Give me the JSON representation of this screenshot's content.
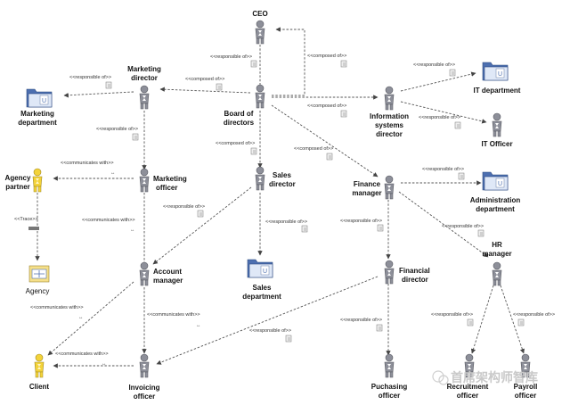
{
  "colors": {
    "actor_gray": "#8d8f99",
    "actor_yellow": "#f3d33a",
    "folder_blue": "#4d6fb0",
    "edge": "#555555"
  },
  "nodes": {
    "ceo": "CEO",
    "board": [
      "Board of",
      "directors"
    ],
    "marketing_director": [
      "Marketing",
      "director"
    ],
    "marketing_department": [
      "Marketing",
      "department"
    ],
    "agency_partner": [
      "Agency",
      "partner"
    ],
    "marketing_officer": [
      "Marketing",
      "officer"
    ],
    "agency": "Agency",
    "sales_director": [
      "Sales",
      "director"
    ],
    "sales_department": [
      "Sales",
      "department"
    ],
    "account_manager": [
      "Account",
      "manager"
    ],
    "client": "Client",
    "invoicing_officer": [
      "Invoicing",
      "officer"
    ],
    "is_director": [
      "Information",
      "systems",
      "director"
    ],
    "it_department": "IT department",
    "it_officer": "IT Officer",
    "finance_manager": [
      "Finance",
      "manager"
    ],
    "administration_department": [
      "Administration",
      "department"
    ],
    "hr_manager": [
      "HR",
      "manager"
    ],
    "financial_director": [
      "Financial",
      "director"
    ],
    "puchasing_officer": [
      "Puchasing",
      "officer"
    ],
    "recruitment_officer": [
      "Recruitment",
      "officer"
    ],
    "payroll_officer": [
      "Payroll",
      "officer"
    ]
  },
  "relations": {
    "responsible_of": "<<responsible of>>",
    "composed_of": "<<composed of>>",
    "communicates_with": "<<communicates with>>",
    "trace": "<<Trace>>"
  },
  "watermark": "首席架构师智库"
}
